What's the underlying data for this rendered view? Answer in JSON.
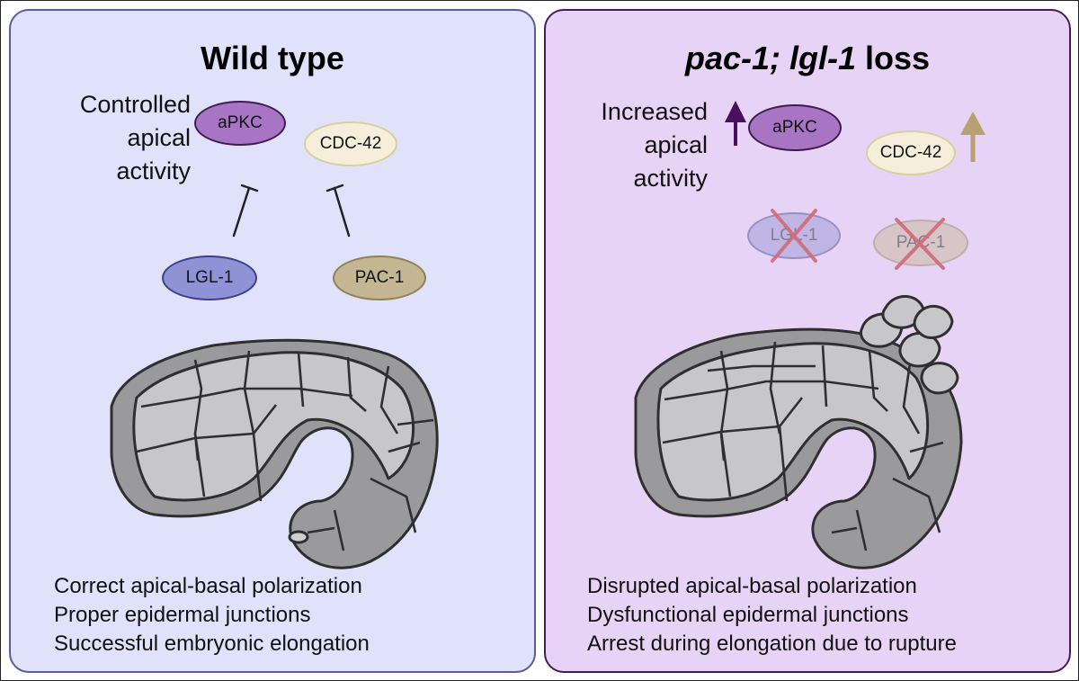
{
  "left_panel": {
    "title": "Wild type",
    "side_text": [
      "Controlled",
      "apical",
      "activity"
    ],
    "nodes": {
      "apkc": "aPKC",
      "cdc42": "CDC-42",
      "lgl1": "LGL-1",
      "pac1": "PAC-1"
    },
    "captions": [
      "Correct apical-basal polarization",
      "Proper epidermal junctions",
      "Successful embryonic elongation"
    ]
  },
  "right_panel": {
    "title_italic": "pac-1; lgl-1",
    "title_rest": " loss",
    "side_text": [
      "Increased",
      "apical",
      "activity"
    ],
    "nodes": {
      "apkc": "aPKC",
      "cdc42": "CDC-42",
      "lgl1": "LGL-1",
      "pac1": "PAC-1"
    },
    "captions": [
      "Disrupted apical-basal polarization",
      "Dysfunctional epidermal junctions",
      "Arrest during elongation due to rupture"
    ]
  },
  "colors": {
    "left_bg": "#e0e1fb",
    "right_bg": "#e7d3f5",
    "apkc": "#a775c4",
    "cdc42": "#f4eedb",
    "lgl1": "#8f93d6",
    "pac1": "#c4b692",
    "arrow_up_apkc": "#4a1060",
    "arrow_up_cdc42": "#b9a070",
    "knockout_x": "#d06a78"
  }
}
